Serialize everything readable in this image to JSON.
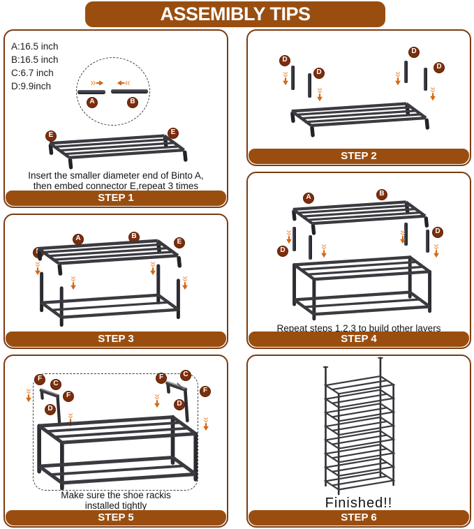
{
  "title": "ASSEMIBLY TIPS",
  "measurements": {
    "a": "A:16.5 inch",
    "b": "B:16.5 inch",
    "c": "C:6.7 inch",
    "d": "D:9.9inch"
  },
  "part_labels": {
    "A": "A",
    "B": "B",
    "C": "C",
    "D": "D",
    "E": "E",
    "F": "F"
  },
  "steps": [
    {
      "name": "STEP 1",
      "caption": [
        "Insert the smaller diameter end of Binto A,",
        "then embed connector E,repeat 3 times"
      ]
    },
    {
      "name": "STEP 2",
      "caption": []
    },
    {
      "name": "STEP 3",
      "caption": []
    },
    {
      "name": "STEP 4",
      "caption": [
        "Repeat steps 1,2,3 to build other layers"
      ]
    },
    {
      "name": "STEP 5",
      "caption": [
        "Make sure the shoe rackis",
        "installed tightly"
      ]
    },
    {
      "name": "STEP 6",
      "caption": [
        "Finished!!"
      ]
    }
  ],
  "colors": {
    "accent_brown": "#994e10",
    "badge_brown": "#7c2e0c",
    "arrow_orange": "#d46812",
    "arrow_chevron": "#f0a263",
    "frame_gray": "#3a3a40",
    "panel_border": "#7a3a12"
  }
}
